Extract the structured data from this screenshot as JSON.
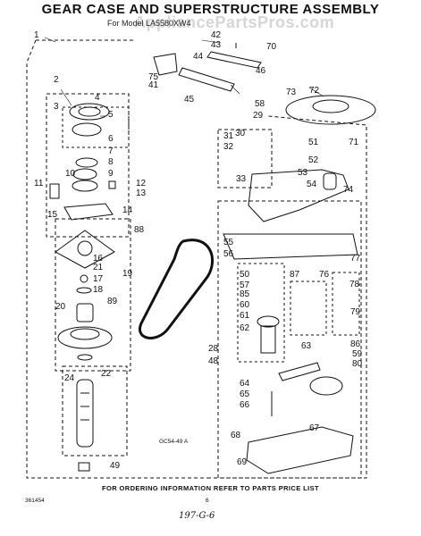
{
  "title": "GEAR CASE AND SUPERSTRUCTURE ASSEMBLY",
  "subtitle": "For Model LA5580XW4",
  "watermark": "AppliancePartsPros.com",
  "figure_code": "GC54-49 A",
  "footer_note": "FOR ORDERING INFORMATION REFER TO PARTS PRICE LIST",
  "doc_number": "361454",
  "page_number": "6",
  "handwritten_note": "197-G-6",
  "part_labels": [
    "1",
    "2",
    "3",
    "4",
    "5",
    "6",
    "7",
    "8",
    "9",
    "10",
    "11",
    "12",
    "13",
    "14",
    "15",
    "16",
    "17",
    "18",
    "19",
    "20",
    "21",
    "22",
    "24",
    "28",
    "29",
    "30",
    "31",
    "32",
    "33",
    "41",
    "42",
    "43",
    "44",
    "45",
    "46",
    "48",
    "49",
    "50",
    "51",
    "52",
    "53",
    "54",
    "55",
    "56",
    "57",
    "58",
    "59",
    "60",
    "61",
    "62",
    "63",
    "64",
    "65",
    "66",
    "67",
    "68",
    "69",
    "70",
    "71",
    "72",
    "73",
    "74",
    "75",
    "76",
    "77",
    "78",
    "79",
    "80",
    "85",
    "86",
    "87",
    "88",
    "89"
  ],
  "colors": {
    "ink": "#111111",
    "background": "#ffffff",
    "watermark": "#d6d6d6"
  }
}
